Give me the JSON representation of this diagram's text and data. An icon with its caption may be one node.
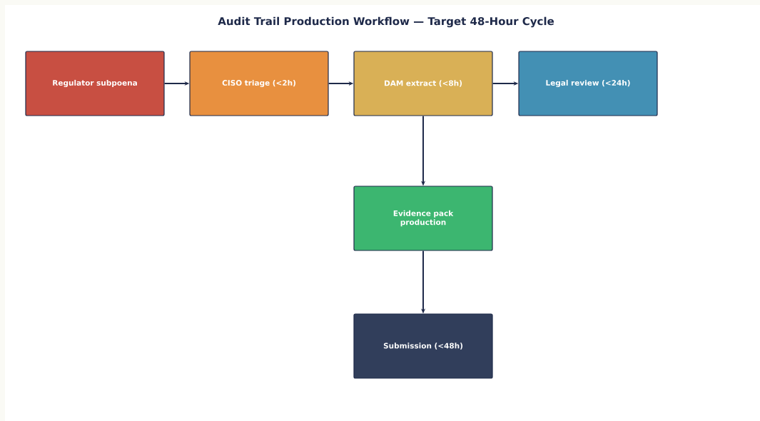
{
  "diagram": {
    "title": "Audit Trail Production Workflow — Target 48-Hour Cycle",
    "nodes": [
      {
        "text": [
          "Regulator subpoena"
        ]
      },
      {
        "text": [
          "CISO triage (<2h)"
        ]
      },
      {
        "text": [
          "DAM extract (<8h)"
        ]
      },
      {
        "text": [
          "Legal review (<24h)"
        ]
      },
      {
        "text": [
          "Evidence pack production"
        ]
      },
      {
        "text": [
          "Submission (<48h)"
        ]
      }
    ],
    "edges": [
      {
        "from": 0,
        "to": 1,
        "arrow": "to"
      },
      {
        "from": 1,
        "to": 2,
        "arrow": "to"
      },
      {
        "from": 2,
        "to": 3,
        "arrow": "to"
      },
      {
        "from": 2,
        "to": 4,
        "arrow": "to"
      },
      {
        "from": 4,
        "to": 5,
        "arrow": "to"
      }
    ]
  }
}
